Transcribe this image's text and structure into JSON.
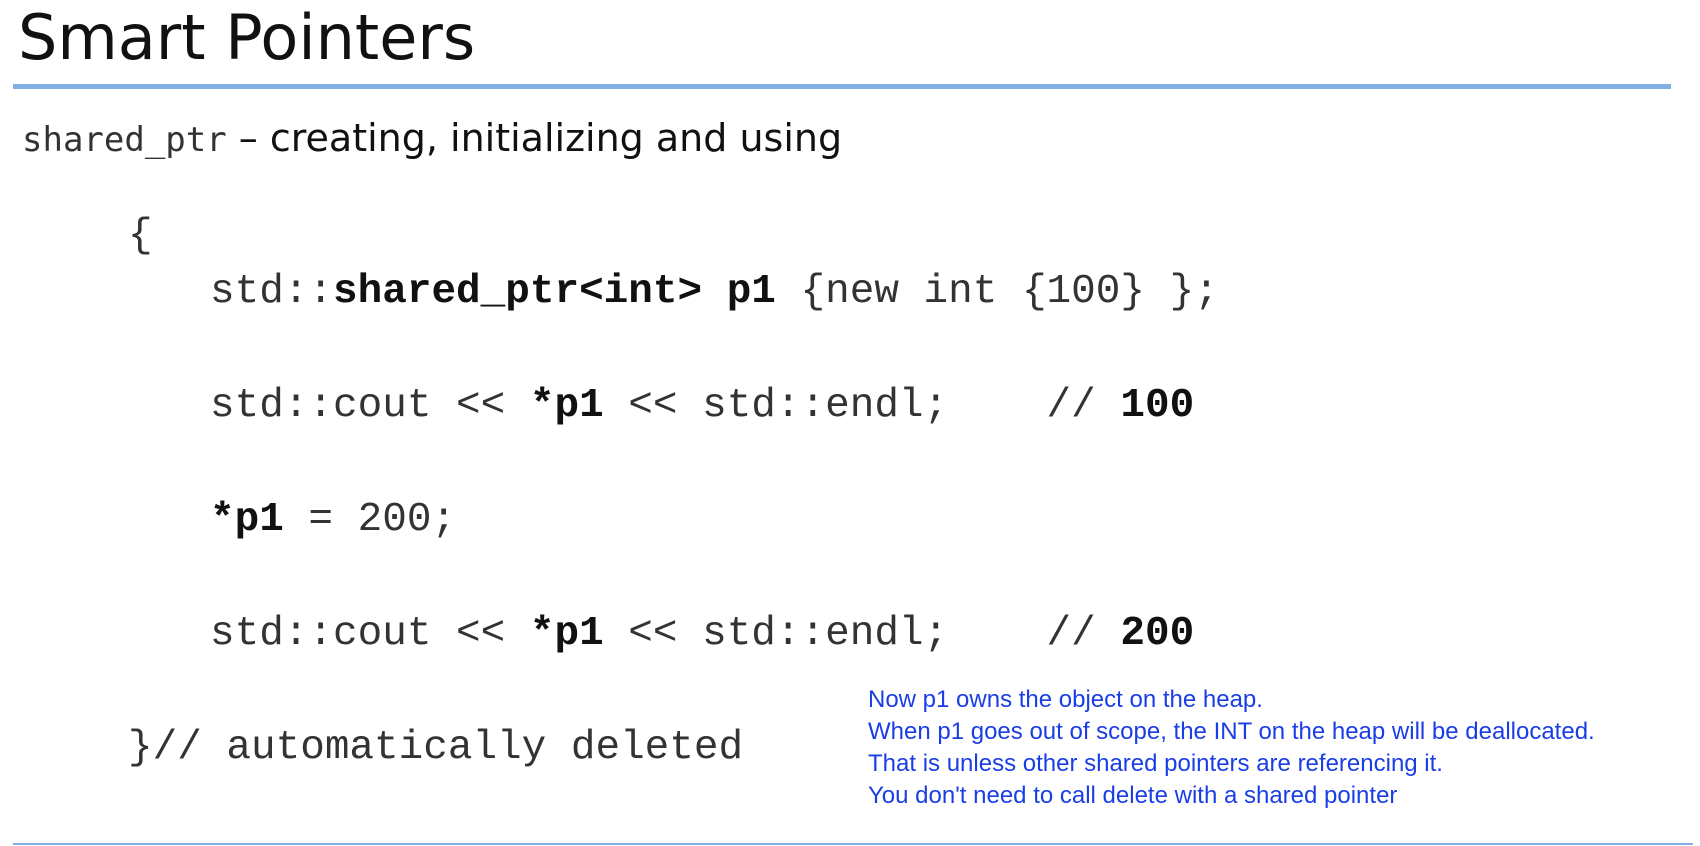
{
  "title": "Smart Pointers",
  "subtitle": {
    "code": "shared_ptr",
    "text": " – creating, initializing and using"
  },
  "code": {
    "open_brace": "{",
    "line1": {
      "ns": "std::",
      "decl": "shared_ptr<int> p1",
      "init": " {new int {100} };"
    },
    "line2": {
      "pre": "std::cout << ",
      "deref": "*p1",
      "post": " << std::endl;",
      "comment": "    // ",
      "result": "100"
    },
    "line3": {
      "deref": "*p1",
      "assign": " = 200;"
    },
    "line4": {
      "pre": "std::cout << ",
      "deref": "*p1",
      "post": " << std::endl;",
      "comment": "    // ",
      "result": "200"
    },
    "close": "}// automatically deleted"
  },
  "note": {
    "line1": "Now p1 owns the object on the heap.",
    "line2": "When p1 goes out of scope, the INT on the heap will be deallocated.",
    "line3": "That is unless other shared pointers are referencing it.",
    "line4": "You don't need to call delete with a shared pointer"
  }
}
